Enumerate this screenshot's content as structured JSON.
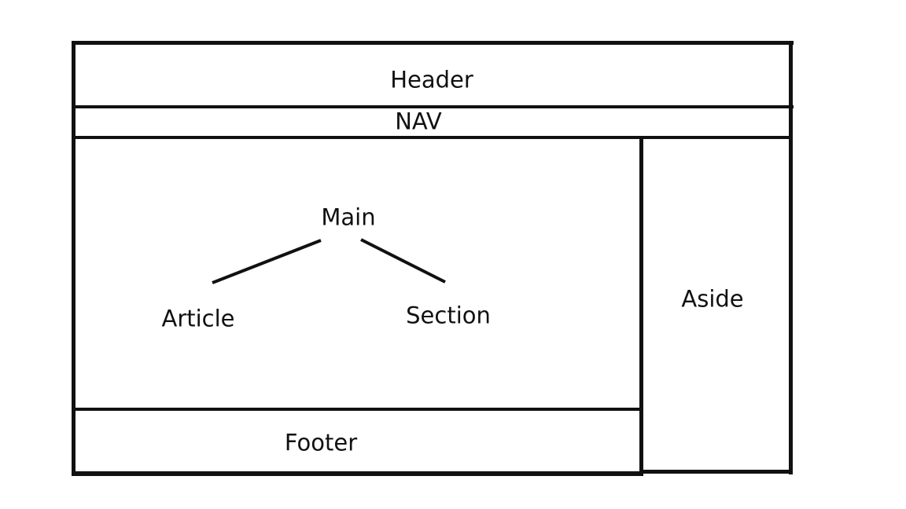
{
  "diagram": {
    "header_label": "Header",
    "nav_label": "NAV",
    "main_label": "Main",
    "article_label": "Article",
    "section_label": "Section",
    "aside_label": "Aside",
    "footer_label": "Footer"
  },
  "colors": {
    "stroke": "#111111",
    "background": "#ffffff"
  }
}
